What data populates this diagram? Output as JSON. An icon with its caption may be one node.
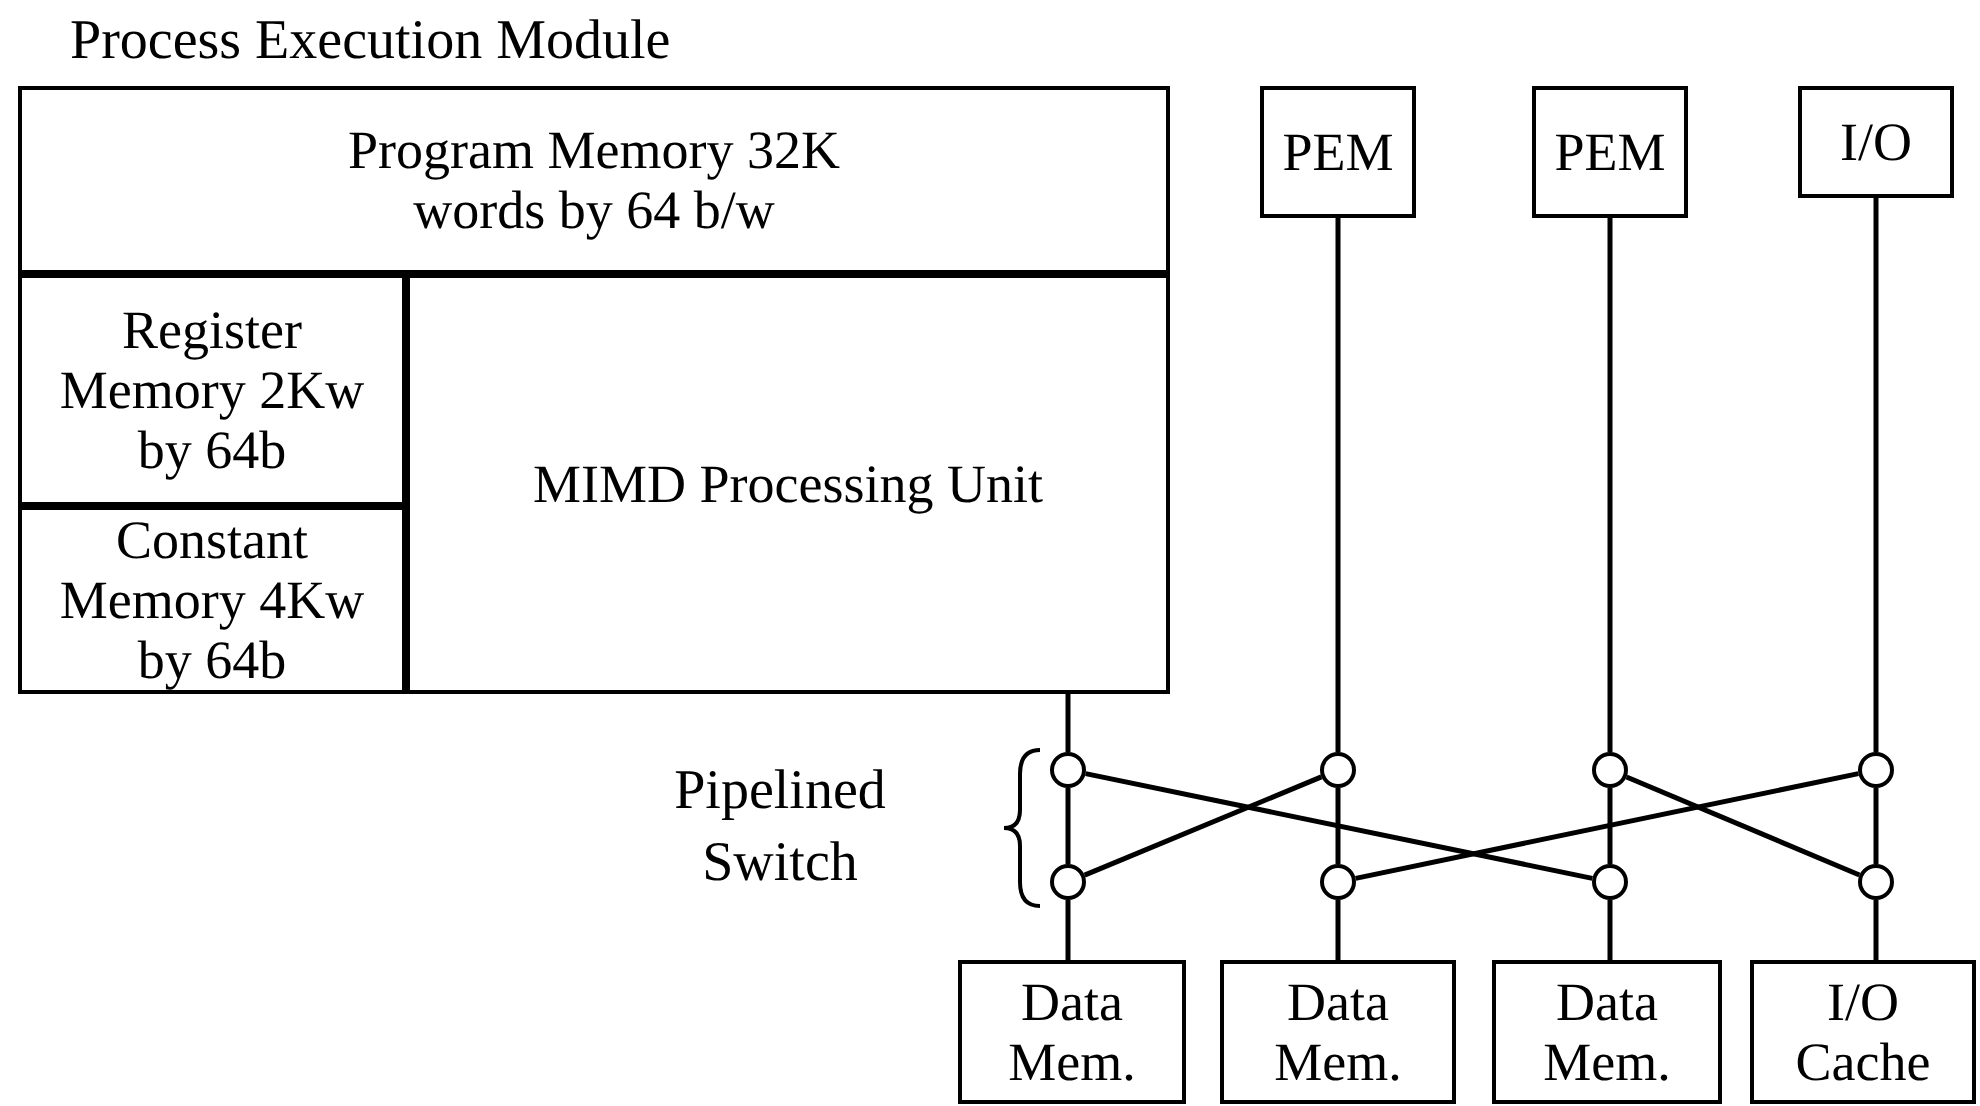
{
  "diagram": {
    "nodes": [
      {
        "text": [
          "Process Execution Module"
        ]
      },
      {
        "text": [
          "Program Memory 32K words by 64 b/w"
        ],
        "in": 0
      },
      {
        "text": [
          "Register Memory 2Kw by 64b"
        ],
        "in": 0
      },
      {
        "text": [
          "Constant Memory 4Kw by 64b"
        ],
        "in": 0
      },
      {
        "text": [
          "MIMD Processing Unit"
        ],
        "in": 0
      },
      {
        "text": [
          "PEM"
        ]
      },
      {
        "text": [
          "PEM"
        ]
      },
      {
        "text": [
          "I/O"
        ]
      },
      {
        "text": [],
        "shape": "circle"
      },
      {
        "text": [],
        "shape": "circle"
      },
      {
        "text": [],
        "shape": "circle"
      },
      {
        "text": [],
        "shape": "circle"
      },
      {
        "text": [],
        "shape": "circle"
      },
      {
        "text": [],
        "shape": "circle"
      },
      {
        "text": [],
        "shape": "circle"
      },
      {
        "text": [],
        "shape": "circle"
      },
      {
        "text": [
          "Data Mem."
        ]
      },
      {
        "text": [
          "Data Mem."
        ]
      },
      {
        "text": [
          "Data Mem."
        ]
      },
      {
        "text": [
          "I/O Cache"
        ]
      }
    ],
    "edges": [
      {
        "from": 0,
        "to": 8,
        "arrow": "none"
      },
      {
        "from": 5,
        "to": 9,
        "arrow": "none"
      },
      {
        "from": 6,
        "to": 10,
        "arrow": "none"
      },
      {
        "from": 7,
        "to": 11,
        "arrow": "none"
      },
      {
        "from": 8,
        "to": 12,
        "arrow": "none"
      },
      {
        "from": 8,
        "to": 14,
        "arrow": "none"
      },
      {
        "from": 9,
        "to": 12,
        "arrow": "none"
      },
      {
        "from": 9,
        "to": 13,
        "arrow": "none"
      },
      {
        "from": 10,
        "to": 14,
        "arrow": "none"
      },
      {
        "from": 10,
        "to": 15,
        "arrow": "none"
      },
      {
        "from": 11,
        "to": 13,
        "arrow": "none"
      },
      {
        "from": 11,
        "to": 15,
        "arrow": "none"
      },
      {
        "from": 12,
        "to": 16,
        "arrow": "none"
      },
      {
        "from": 13,
        "to": 17,
        "arrow": "none"
      },
      {
        "from": 14,
        "to": 18,
        "arrow": "none"
      },
      {
        "from": 15,
        "to": 19,
        "arrow": "none"
      }
    ],
    "labels": [
      "Pipelined Switch"
    ]
  }
}
